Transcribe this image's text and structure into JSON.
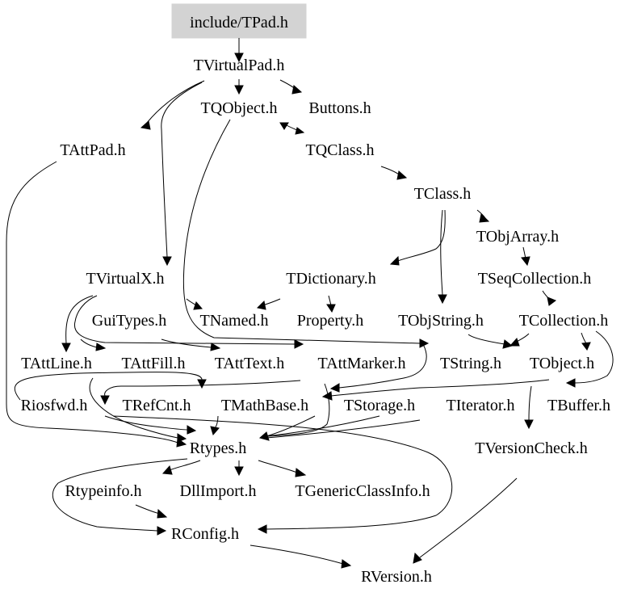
{
  "diagram": {
    "root": "include/TPad.h",
    "colors": {
      "root_fill": "#d3d3d3",
      "edge": "#000000",
      "text": "#000000",
      "background": "#ffffff"
    },
    "nodes": {
      "tpad": "include/TPad.h",
      "tvirtualpad": "TVirtualPad.h",
      "tqobject": "TQObject.h",
      "buttons": "Buttons.h",
      "tattpad": "TAttPad.h",
      "tqclass": "TQClass.h",
      "tclass": "TClass.h",
      "tobjarray": "TObjArray.h",
      "tvirtualx": "TVirtualX.h",
      "tdictionary": "TDictionary.h",
      "tseqcollection": "TSeqCollection.h",
      "guitypes": "GuiTypes.h",
      "tnamed": "TNamed.h",
      "property": "Property.h",
      "tobjstring": "TObjString.h",
      "tcollection": "TCollection.h",
      "tattline": "TAttLine.h",
      "tattfill": "TAttFill.h",
      "tatttext": "TAttText.h",
      "tattmarker": "TAttMarker.h",
      "tstring": "TString.h",
      "tobject": "TObject.h",
      "riosfwd": "Riosfwd.h",
      "trefcnt": "TRefCnt.h",
      "tmathbase": "TMathBase.h",
      "tstorage": "TStorage.h",
      "titerator": "TIterator.h",
      "tbuffer": "TBuffer.h",
      "rtypes": "Rtypes.h",
      "tversioncheck": "TVersionCheck.h",
      "rtypeinfo": "Rtypeinfo.h",
      "dllimport": "DllImport.h",
      "tgenericclassinfo": "TGenericClassInfo.h",
      "rconfig": "RConfig.h",
      "rversion": "RVersion.h"
    }
  }
}
